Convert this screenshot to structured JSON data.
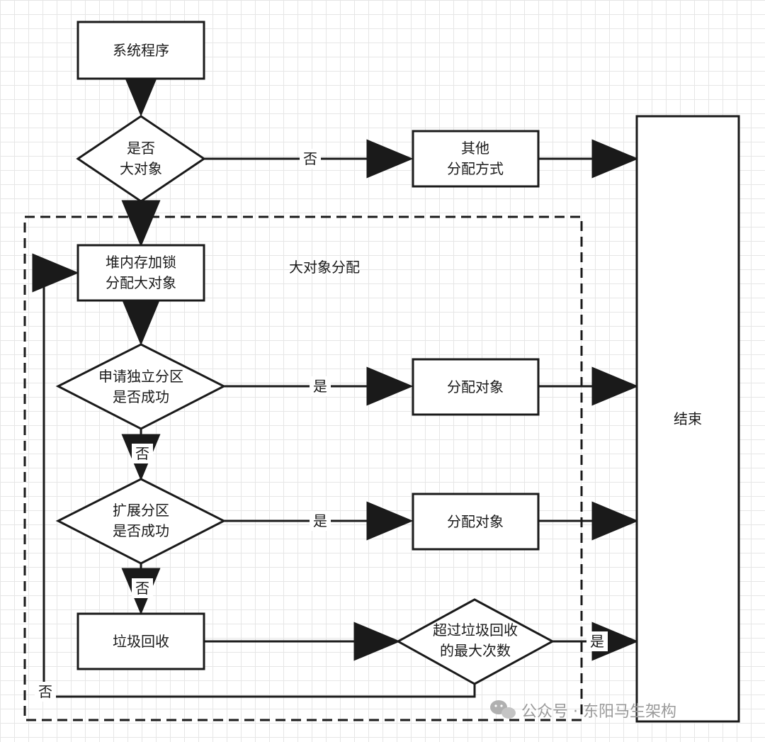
{
  "nodes": {
    "start": "系统程序",
    "is_large_l1": "是否",
    "is_large_l2": "大对象",
    "other_l1": "其他",
    "other_l2": "分配方式",
    "end": "结束",
    "lock_l1": "堆内存加锁",
    "lock_l2": "分配大对象",
    "apply_l1": "申请独立分区",
    "apply_l2": "是否成功",
    "alloc1": "分配对象",
    "expand_l1": "扩展分区",
    "expand_l2": "是否成功",
    "alloc2": "分配对象",
    "gc": "垃圾回收",
    "max_l1": "超过垃圾回收",
    "max_l2": "的最大次数"
  },
  "group_label": "大对象分配",
  "edges": {
    "no_large": "否",
    "apply_yes": "是",
    "apply_no": "否",
    "expand_yes": "是",
    "expand_no": "否",
    "max_yes": "是",
    "max_no": "否"
  },
  "watermark": "公众号 · 东阳马生架构"
}
